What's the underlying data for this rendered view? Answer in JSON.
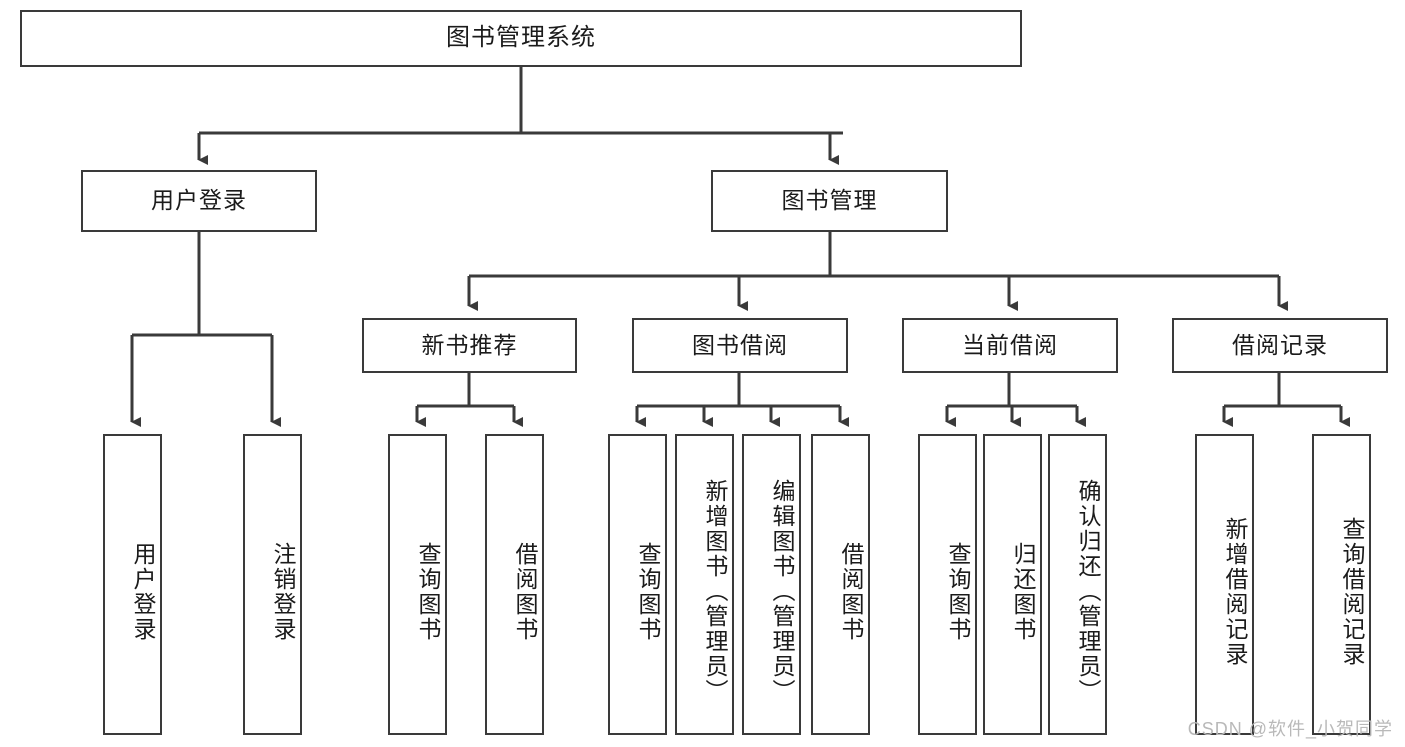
{
  "diagram": {
    "type": "tree",
    "title": "图书管理系统",
    "watermark": "CSDN @软件_小贺同学",
    "colors": {
      "background": "#ffffff",
      "node_border": "#3a3a3a",
      "node_fill": "#ffffff",
      "connector": "#3a3a3a",
      "text": "#1b1b1b",
      "watermark": "#b9b9b9"
    },
    "root": {
      "label": "图书管理系统"
    },
    "level2": [
      {
        "label": "用户登录"
      },
      {
        "label": "图书管理"
      }
    ],
    "level3": [
      {
        "label": "新书推荐"
      },
      {
        "label": "图书借阅"
      },
      {
        "label": "当前借阅"
      },
      {
        "label": "借阅记录"
      }
    ],
    "leaves": {
      "user_login": [
        {
          "label": "用户登录"
        },
        {
          "label": "注销登录"
        }
      ],
      "new_book": [
        {
          "label": "查询图书"
        },
        {
          "label": "借阅图书"
        }
      ],
      "book_borrow": [
        {
          "label": "查询图书"
        },
        {
          "label": "新增图书（管理员）"
        },
        {
          "label": "编辑图书（管理员）"
        },
        {
          "label": "借阅图书"
        }
      ],
      "current_borrow": [
        {
          "label": "查询图书"
        },
        {
          "label": "归还图书"
        },
        {
          "label": "确认归还（管理员）"
        }
      ],
      "borrow_record": [
        {
          "label": "新增借阅记录"
        },
        {
          "label": "查询借阅记录"
        }
      ]
    }
  }
}
